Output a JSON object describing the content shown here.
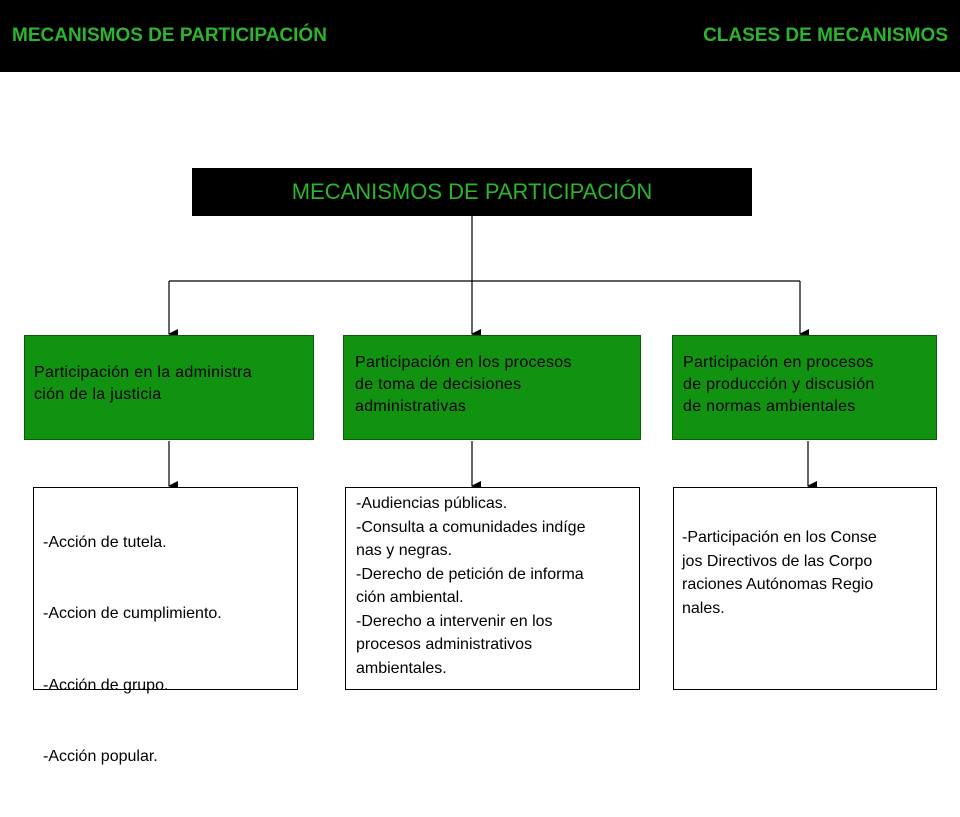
{
  "header": {
    "left_title": "MECANISMOS DE PARTICIPACIÓN",
    "right_title": "CLASES DE MECANISMOS"
  },
  "diagram": {
    "root": "MECANISMOS DE PARTICIPACIÓN",
    "branches": [
      {
        "label": "Participación en la administra\nción de la justicia",
        "items": [
          "-Acción de tutela.",
          "-Accion de cumplimiento.",
          "-Acción de grupo.",
          "-Acción popular."
        ]
      },
      {
        "label": "Participación en los procesos\nde toma de decisiones\nadministrativas",
        "details": "-Audiencias públicas.\n-Consulta a comunidades indíge\nnas y negras.\n-Derecho de petición de informa\nción ambiental.\n-Derecho a intervenir en los\nprocesos administrativos\nambientales."
      },
      {
        "label": "Participación en procesos\nde producción y discusión\nde normas ambientales",
        "details": "-Participación en los Conse\njos Directivos de las Corpo\nraciones Autónomas Regio\nnales."
      }
    ]
  },
  "colors": {
    "header_bg": "#000000",
    "header_text": "#2db42d",
    "branch_fill": "#119211",
    "connector": "#000000"
  }
}
